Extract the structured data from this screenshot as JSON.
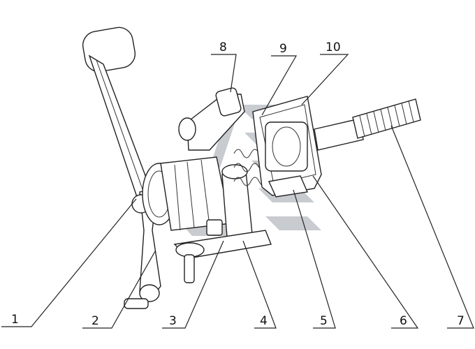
{
  "callouts": [
    {
      "id": "1",
      "label": "1"
    },
    {
      "id": "2",
      "label": "2"
    },
    {
      "id": "3",
      "label": "3"
    },
    {
      "id": "4",
      "label": "4"
    },
    {
      "id": "5",
      "label": "5"
    },
    {
      "id": "6",
      "label": "6"
    },
    {
      "id": "7",
      "label": "7"
    },
    {
      "id": "8",
      "label": "8"
    },
    {
      "id": "9",
      "label": "9"
    },
    {
      "id": "10",
      "label": "10"
    }
  ],
  "colors": {
    "line": "#222222",
    "watermark": "#9aa0a8",
    "background": "#ffffff"
  }
}
